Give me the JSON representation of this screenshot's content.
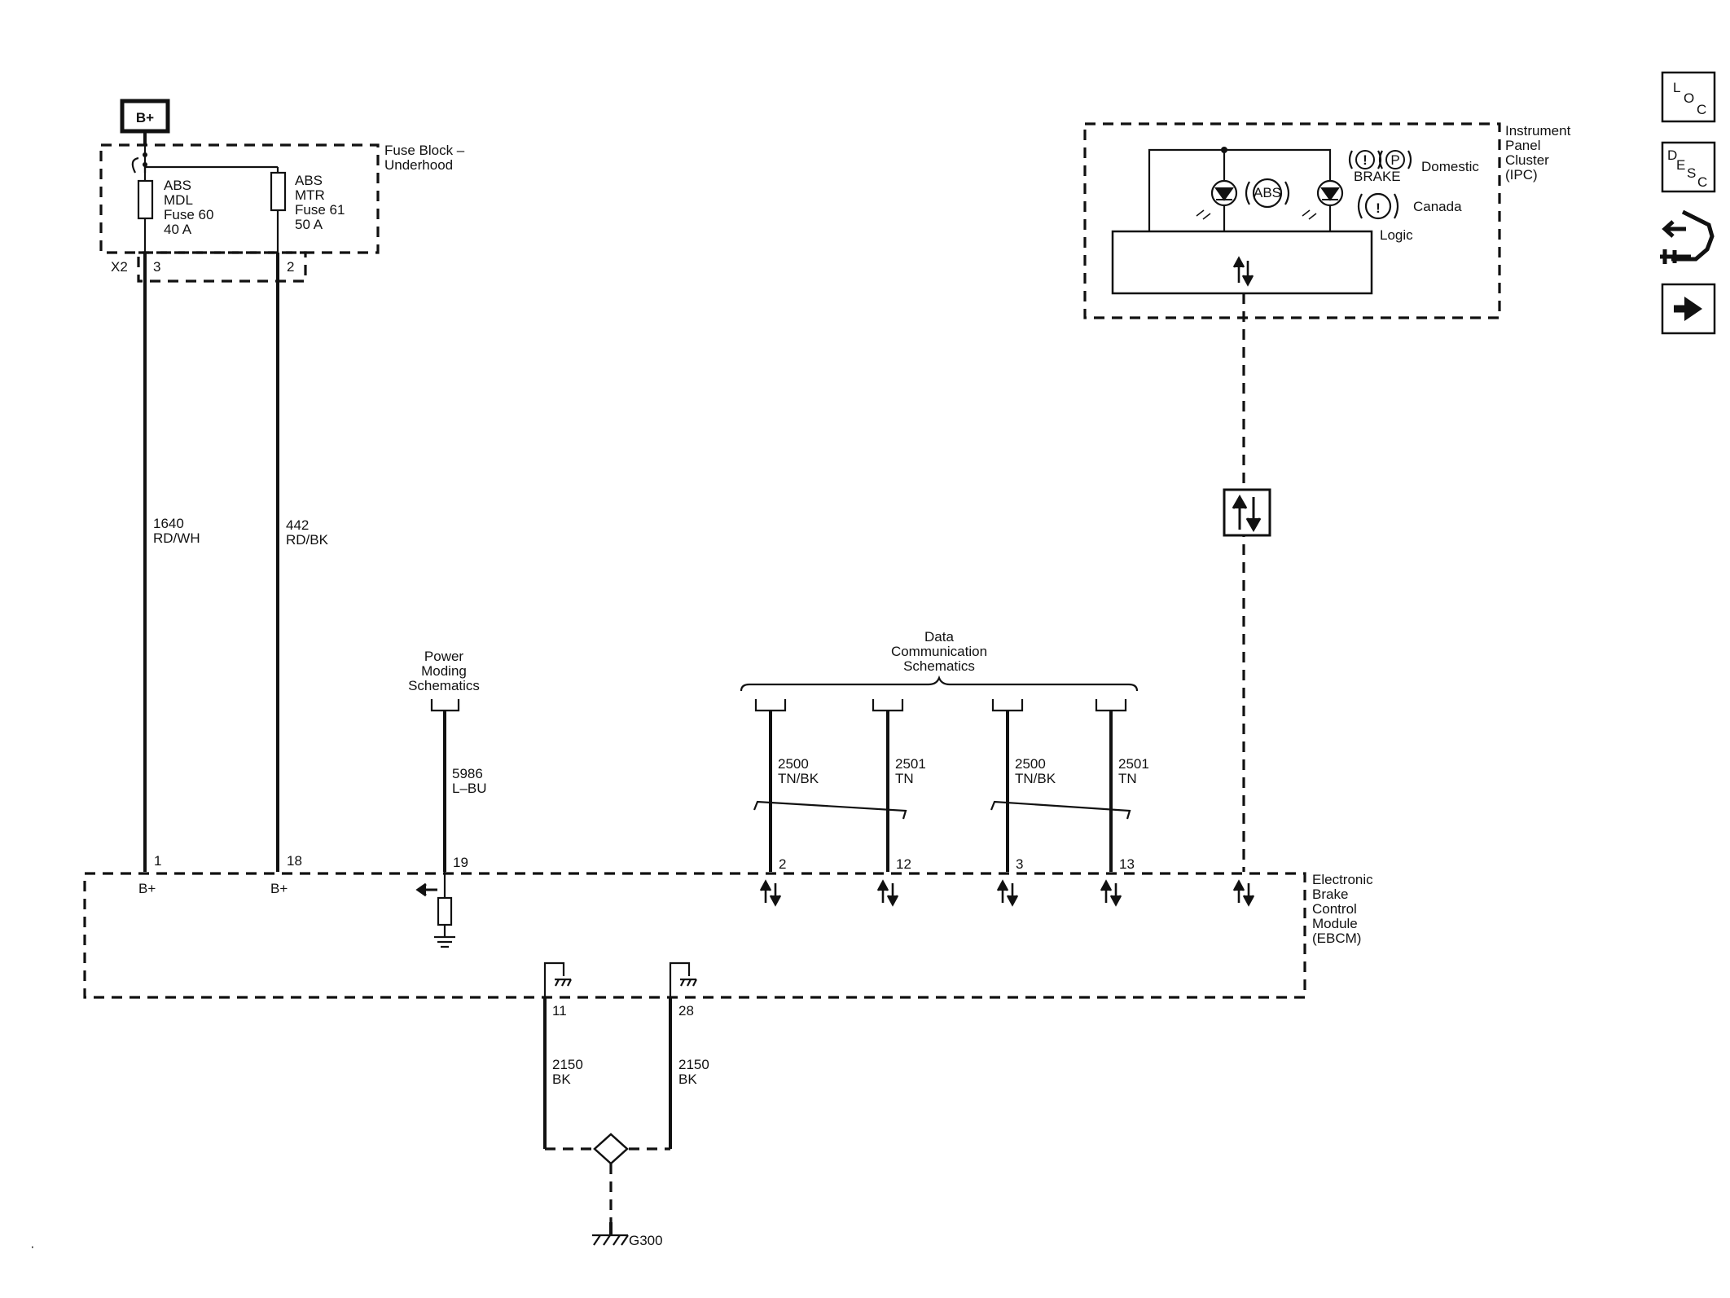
{
  "power": {
    "label": "B+"
  },
  "fuse_block": {
    "title": [
      "Fuse Block –",
      "Underhood"
    ],
    "connector": "X2",
    "fuses": [
      {
        "lines": [
          "ABS",
          "MDL",
          "Fuse 60",
          "40 A"
        ],
        "pin": "3"
      },
      {
        "lines": [
          "ABS",
          "MTR",
          "Fuse 61",
          "50 A"
        ],
        "pin": "2"
      }
    ]
  },
  "wires": {
    "w1": [
      "1640",
      "RD/WH"
    ],
    "w2": [
      "442",
      "RD/BK"
    ],
    "w3": [
      "5986",
      "L–BU"
    ],
    "can": [
      [
        "2500",
        "TN/BK"
      ],
      [
        "2501",
        "TN"
      ],
      [
        "2500",
        "TN/BK"
      ],
      [
        "2501",
        "TN"
      ]
    ],
    "gnd": [
      [
        "2150",
        "BK"
      ],
      [
        "2150",
        "BK"
      ]
    ]
  },
  "power_moding": [
    "Power",
    "Moding",
    "Schematics"
  ],
  "data_comm": [
    "Data",
    "Communication",
    "Schematics"
  ],
  "ebcm": {
    "title": [
      "Electronic",
      "Brake",
      "Control",
      "Module",
      "(EBCM)"
    ],
    "pins": [
      "1",
      "18",
      "19",
      "2",
      "12",
      "3",
      "13"
    ],
    "pin_labels": [
      "B+",
      "B+"
    ],
    "ground_pins": [
      "11",
      "28"
    ]
  },
  "ground": {
    "label": "G300"
  },
  "ipc": {
    "title": [
      "Instrument",
      "Panel",
      "Cluster",
      "(IPC)"
    ],
    "brake_word": "BRAKE",
    "domestic": "Domestic",
    "canada": "Canada",
    "logic": "Logic",
    "abs_badge": "ABS",
    "p_glyph": "P",
    "excl_glyph": "!"
  },
  "nav": {
    "loc": [
      "L",
      "O",
      "C"
    ],
    "desc": [
      "D",
      "E",
      "S",
      "C"
    ]
  },
  "icons": [
    "location-button-icon",
    "description-button-icon",
    "connector-repair-icon",
    "next-page-arrow-icon"
  ]
}
